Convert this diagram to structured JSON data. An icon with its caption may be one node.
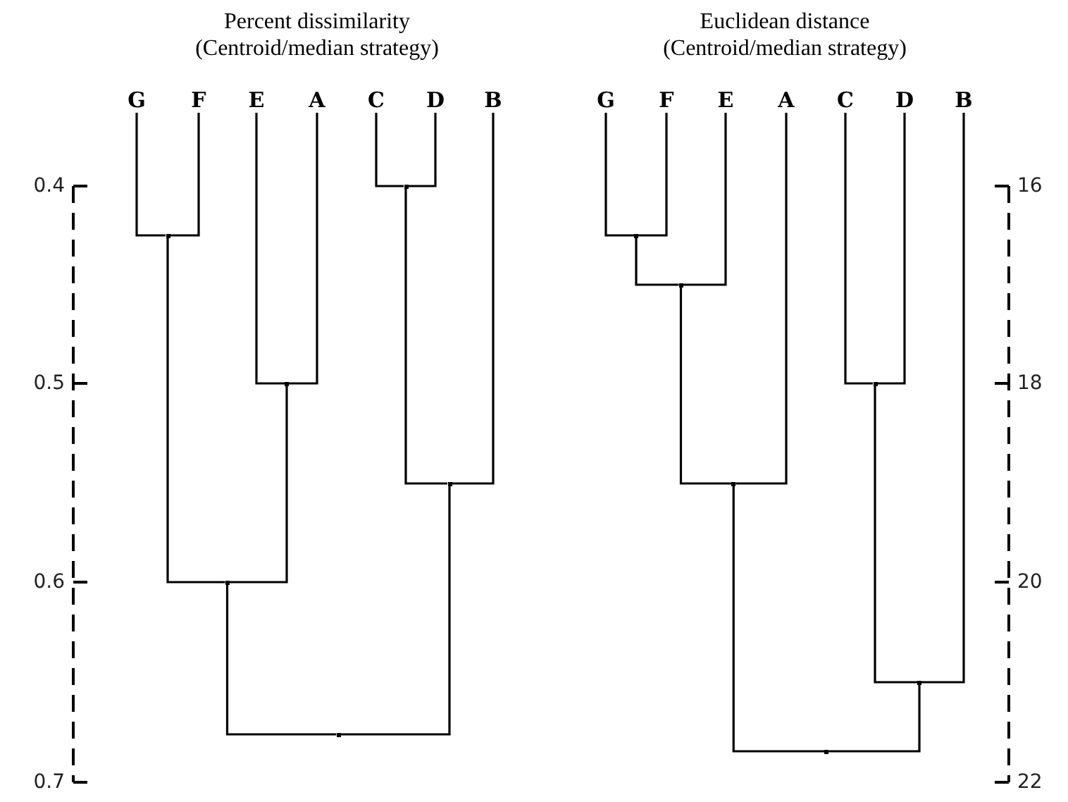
{
  "diagram": {
    "nodes": [
      {
        "text": [
          "G"
        ]
      },
      {
        "text": [
          "F"
        ]
      },
      {
        "text": [
          "E"
        ]
      },
      {
        "text": [
          "A"
        ]
      },
      {
        "text": [
          "C"
        ]
      },
      {
        "text": [
          "D"
        ]
      },
      {
        "text": [
          "B"
        ]
      },
      {
        "text": [],
        "shape": "point"
      },
      {
        "text": [],
        "shape": "point"
      },
      {
        "text": [],
        "shape": "point"
      },
      {
        "text": [],
        "shape": "point"
      },
      {
        "text": [],
        "shape": "point"
      },
      {
        "text": [],
        "shape": "point"
      },
      {
        "text": [
          "G"
        ]
      },
      {
        "text": [
          "F"
        ]
      },
      {
        "text": [
          "E"
        ]
      },
      {
        "text": [
          "A"
        ]
      },
      {
        "text": [
          "C"
        ]
      },
      {
        "text": [
          "D"
        ]
      },
      {
        "text": [
          "B"
        ]
      },
      {
        "text": [],
        "shape": "point"
      },
      {
        "text": [],
        "shape": "point"
      },
      {
        "text": [],
        "shape": "point"
      },
      {
        "text": [],
        "shape": "point"
      },
      {
        "text": [],
        "shape": "point"
      },
      {
        "text": [],
        "shape": "point"
      }
    ],
    "edges": [
      {
        "from": 7,
        "to": 0,
        "arrow": "none"
      },
      {
        "from": 7,
        "to": 1,
        "arrow": "none"
      },
      {
        "from": 8,
        "to": 4,
        "arrow": "none"
      },
      {
        "from": 8,
        "to": 5,
        "arrow": "none"
      },
      {
        "from": 9,
        "to": 2,
        "arrow": "none"
      },
      {
        "from": 9,
        "to": 3,
        "arrow": "none"
      },
      {
        "from": 10,
        "to": 8,
        "arrow": "none"
      },
      {
        "from": 10,
        "to": 6,
        "arrow": "none"
      },
      {
        "from": 11,
        "to": 7,
        "arrow": "none"
      },
      {
        "from": 11,
        "to": 9,
        "arrow": "none"
      },
      {
        "from": 12,
        "to": 11,
        "arrow": "none"
      },
      {
        "from": 12,
        "to": 10,
        "arrow": "none"
      },
      {
        "from": 20,
        "to": 13,
        "arrow": "none"
      },
      {
        "from": 20,
        "to": 14,
        "arrow": "none"
      },
      {
        "from": 21,
        "to": 20,
        "arrow": "none"
      },
      {
        "from": 21,
        "to": 15,
        "arrow": "none"
      },
      {
        "from": 22,
        "to": 17,
        "arrow": "none"
      },
      {
        "from": 22,
        "to": 18,
        "arrow": "none"
      },
      {
        "from": 23,
        "to": 21,
        "arrow": "none"
      },
      {
        "from": 23,
        "to": 16,
        "arrow": "none"
      },
      {
        "from": 24,
        "to": 22,
        "arrow": "none"
      },
      {
        "from": 24,
        "to": 19,
        "arrow": "none"
      },
      {
        "from": 25,
        "to": 23,
        "arrow": "none"
      },
      {
        "from": 25,
        "to": 24,
        "arrow": "none"
      }
    ],
    "labels": [
      "Percent dissimilarity (Centroid/median strategy)",
      "Euclidean distance (Centroid/median strategy)",
      "0.4",
      "0.5",
      "0.6",
      "0.7",
      "16",
      "18",
      "20",
      "22"
    ]
  }
}
